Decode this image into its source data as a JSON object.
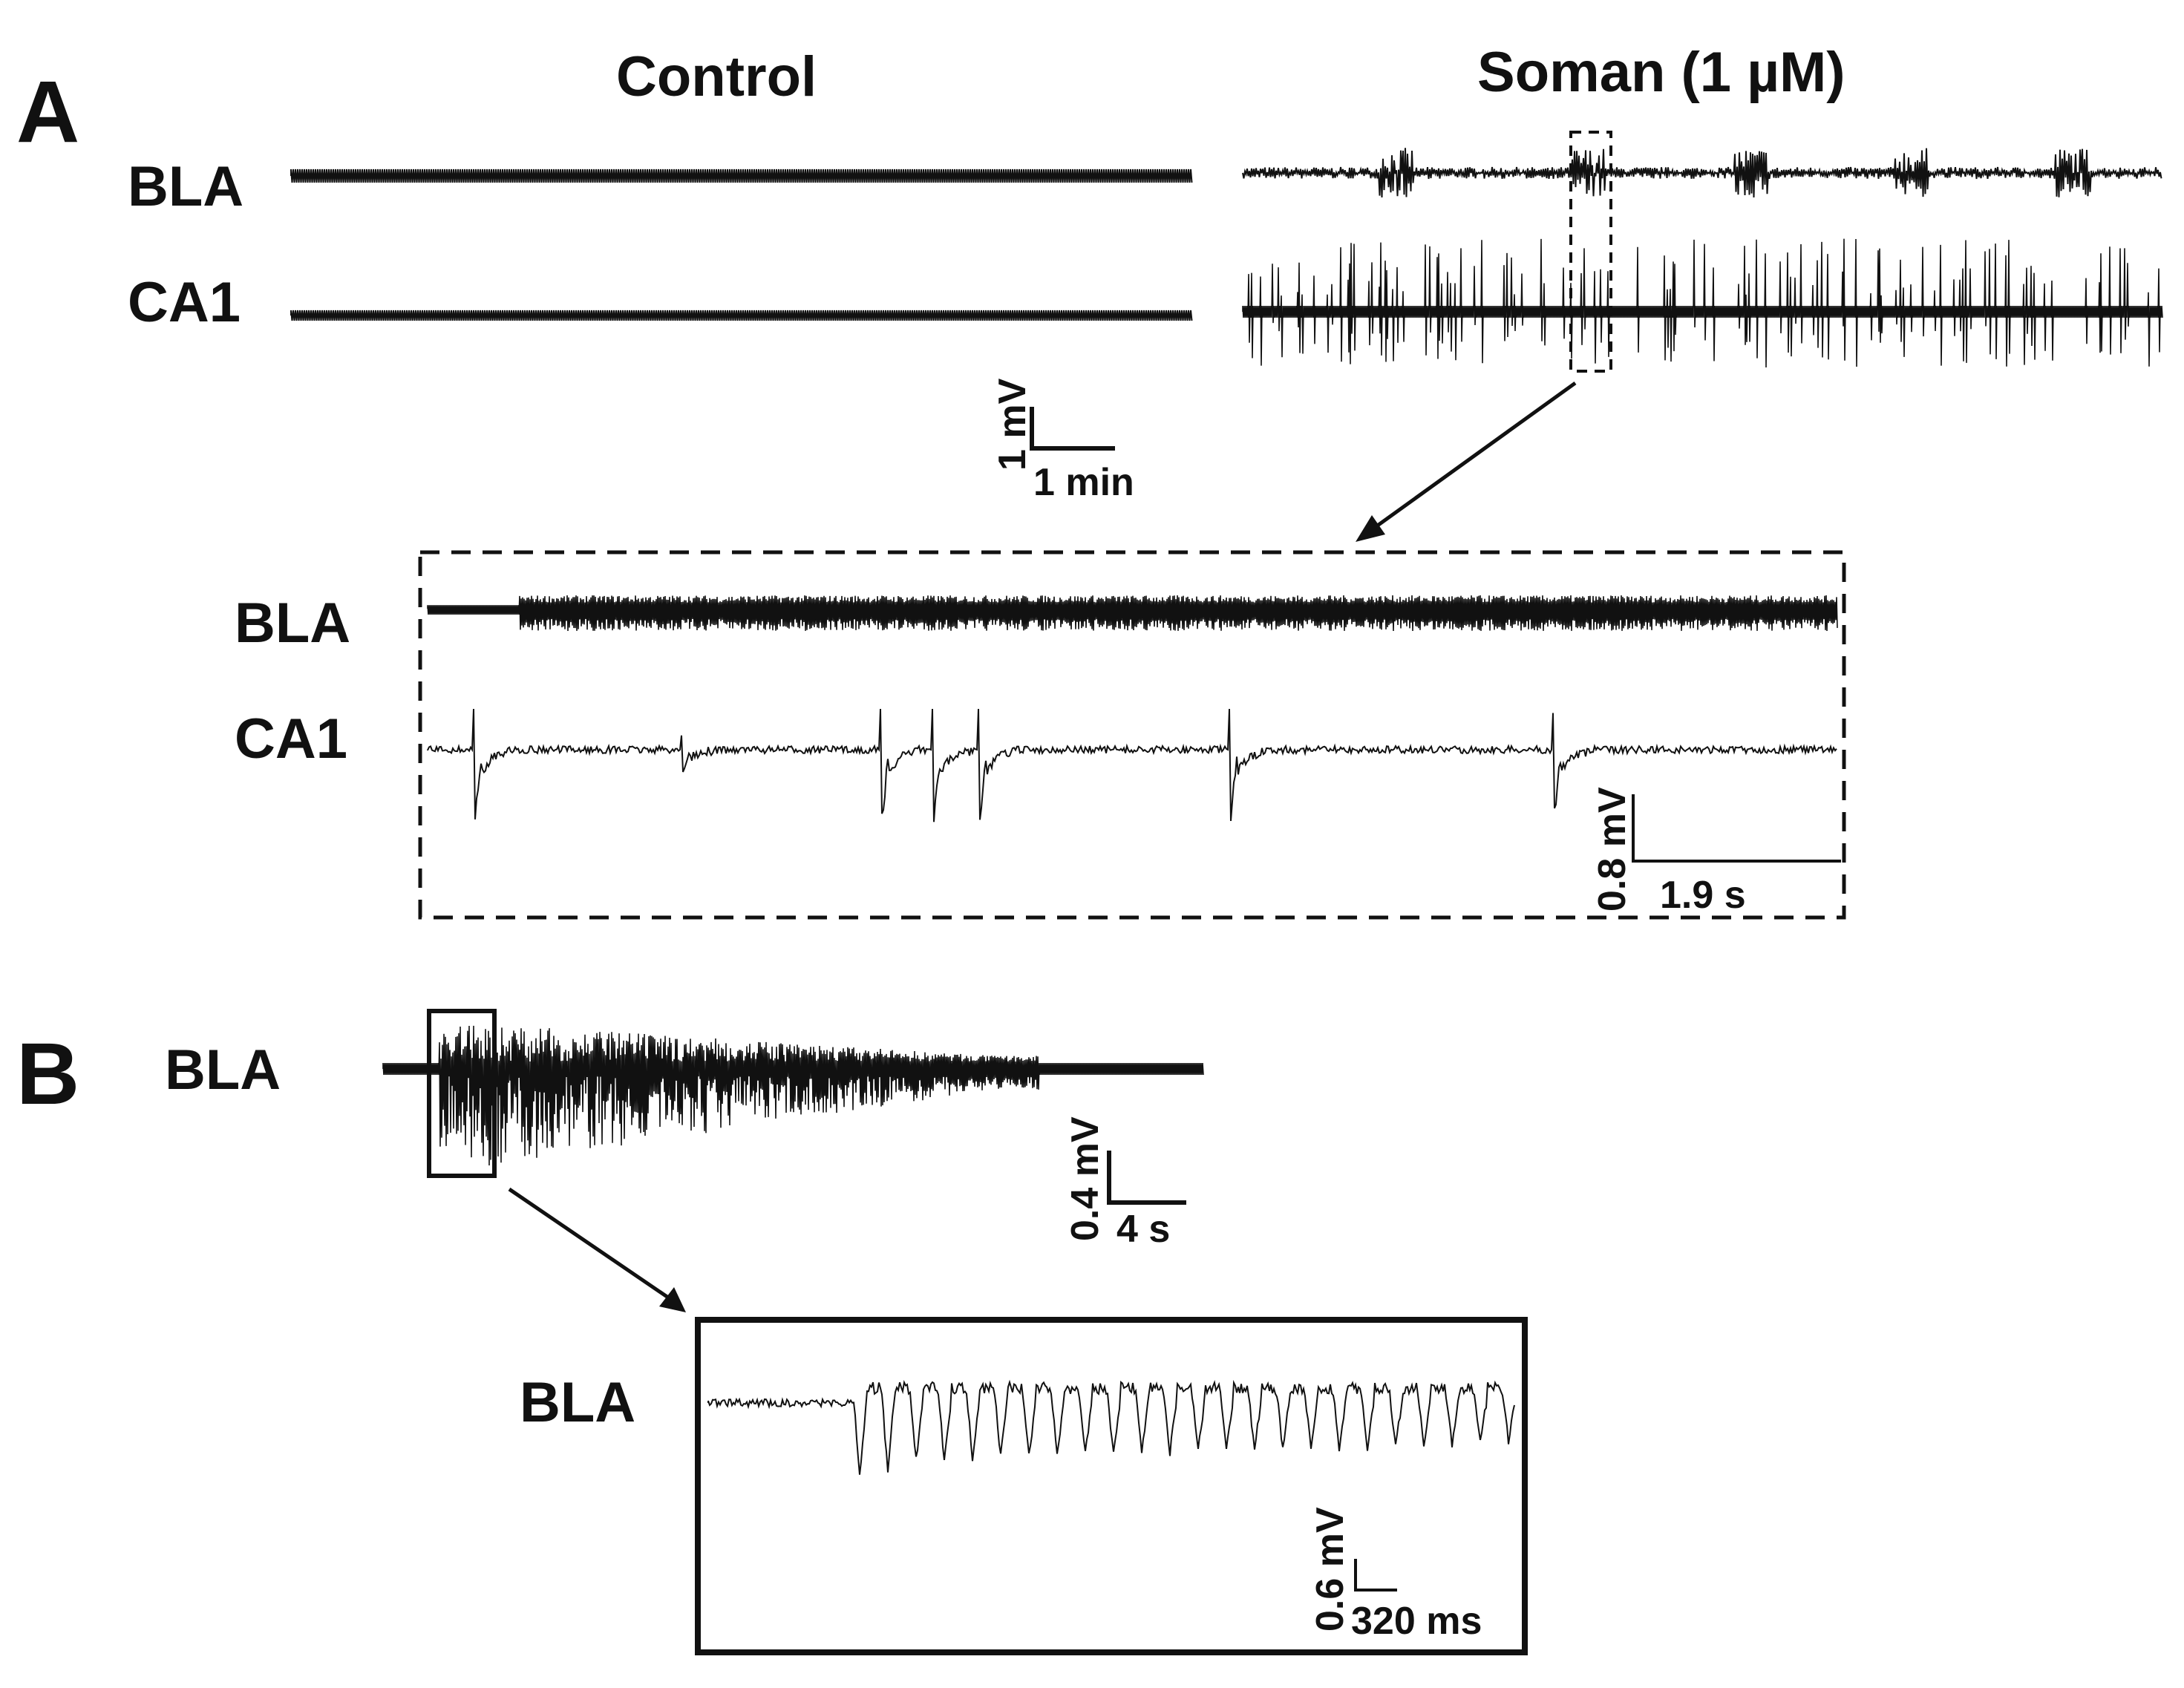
{
  "figure": {
    "panel_a": {
      "label": "A",
      "control_title": "Control",
      "soman_title": "Soman (1 µM)",
      "trace_labels": {
        "bla": "BLA",
        "ca1": "CA1"
      },
      "scalebar": {
        "vertical": "1 mV",
        "horizontal": "1 min"
      },
      "inset": {
        "trace_labels": {
          "bla": "BLA",
          "ca1": "CA1"
        },
        "scalebar": {
          "vertical": "0.8 mV",
          "horizontal": "1.9 s"
        }
      }
    },
    "panel_b": {
      "label": "B",
      "trace_label": "BLA",
      "scalebar": {
        "vertical": "0.4 mV",
        "horizontal": "4 s"
      },
      "inset": {
        "trace_label": "BLA",
        "scalebar": {
          "vertical": "0.6 mV",
          "horizontal": "320 ms"
        }
      }
    },
    "colors": {
      "trace": "#111111",
      "background": "#ffffff"
    }
  }
}
